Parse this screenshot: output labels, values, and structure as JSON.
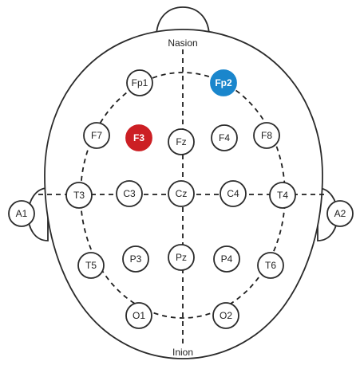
{
  "landmarks": {
    "top": "Nasion",
    "bottom": "Inion"
  },
  "ears": {
    "left": "A1",
    "right": "A2"
  },
  "electrodes": [
    {
      "label": "Fp1",
      "highlight": null
    },
    {
      "label": "Fp2",
      "highlight": "blue"
    },
    {
      "label": "F7",
      "highlight": null
    },
    {
      "label": "F3",
      "highlight": "red"
    },
    {
      "label": "Fz",
      "highlight": null
    },
    {
      "label": "F4",
      "highlight": null
    },
    {
      "label": "F8",
      "highlight": null
    },
    {
      "label": "T3",
      "highlight": null
    },
    {
      "label": "C3",
      "highlight": null
    },
    {
      "label": "Cz",
      "highlight": null
    },
    {
      "label": "C4",
      "highlight": null
    },
    {
      "label": "T4",
      "highlight": null
    },
    {
      "label": "T5",
      "highlight": null
    },
    {
      "label": "P3",
      "highlight": null
    },
    {
      "label": "Pz",
      "highlight": null
    },
    {
      "label": "P4",
      "highlight": null
    },
    {
      "label": "T6",
      "highlight": null
    },
    {
      "label": "O1",
      "highlight": null
    },
    {
      "label": "O2",
      "highlight": null
    }
  ],
  "colors": {
    "blue": "#1a86cc",
    "red": "#cc1f24",
    "outline": "#2b2b2b"
  }
}
